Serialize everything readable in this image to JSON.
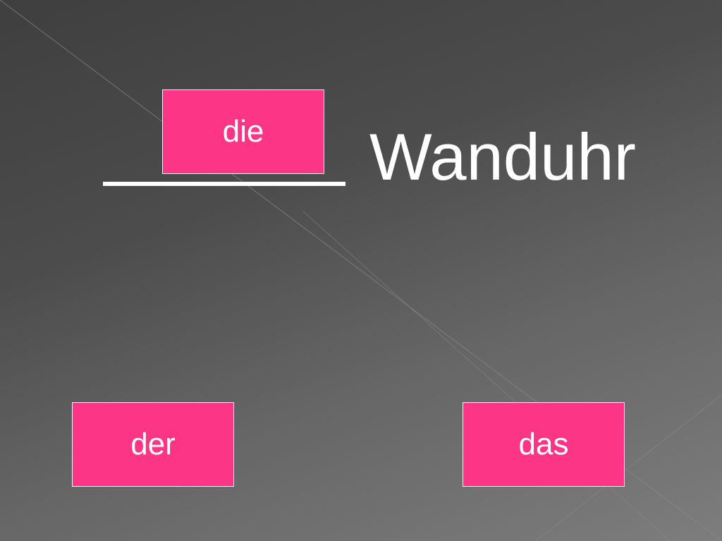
{
  "sentence": {
    "noun": "Wanduhr"
  },
  "answers": [
    {
      "label": "die",
      "placed": true
    },
    {
      "label": "der",
      "placed": false
    },
    {
      "label": "das",
      "placed": false
    }
  ],
  "colors": {
    "card": "#fd3586",
    "text": "#ffffff",
    "background": "#4c4c4c"
  }
}
